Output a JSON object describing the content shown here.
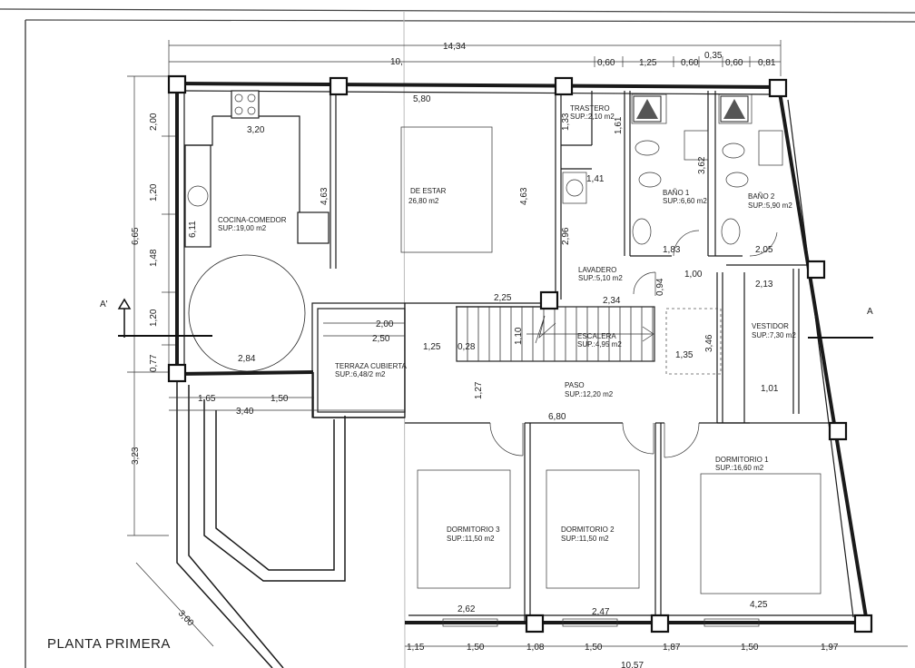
{
  "title": "PLANTA PRIMERA",
  "rooms": {
    "cocina_name": "COCINA-COMEDOR",
    "cocina_area": "SUP.:19,00 m2",
    "estar_name": "DE ESTAR",
    "estar_area": "26,80 m2",
    "trastero_name": "TRASTERO",
    "trastero_area": "SUP.:2,10 m2",
    "bano1_name": "BAÑO 1",
    "bano1_area": "SUP.:6,60 m2",
    "bano2_name": "BAÑO 2",
    "bano2_area": "SUP.:5,90 m2",
    "lavadero_name": "LAVADERO",
    "lavadero_area": "SUP.:5,10 m2",
    "escalera_name": "ESCALERA",
    "escalera_area": "SUP.:4,95 m2",
    "vestidor_name": "VESTIDOR",
    "vestidor_area": "SUP.:7,30 m2",
    "terraza_name": "TERRAZA CUBIERTA",
    "terraza_area": "SUP.:6,48/2 m2",
    "paso_name": "PASO",
    "paso_area": "SUP.:12,20 m2",
    "dorm1_name": "DORMITORIO 1",
    "dorm1_area": "SUP.:16,60 m2",
    "dorm2_name": "DORMITORIO 2",
    "dorm2_area": "SUP.:11,50 m2",
    "dorm3_name": "DORMITORIO 3",
    "dorm3_area": "SUP.:11,50 m2"
  },
  "section_marks": {
    "left": "A'",
    "right": "A"
  },
  "dims": {
    "top_total": "14,34",
    "top_10": "10,",
    "top_060a": "0,60",
    "top_125": "1,25",
    "top_060b": "0,60",
    "top_035": "0,35",
    "top_060c": "0,60",
    "top_081": "0,81",
    "left_665": "6,65",
    "left_200": "2,00",
    "left_120a": "1,20",
    "left_148": "1,48",
    "left_120b": "1,20",
    "left_077": "0,77",
    "left_323": "3,23",
    "d_320": "3,20",
    "d_580": "5,80",
    "d_463a": "4,63",
    "d_463b": "4,63",
    "d_611": "6,11",
    "d_284": "2,84",
    "d_165": "1,65",
    "d_150": "1,50",
    "d_340": "3,40",
    "d_200": "2,00",
    "d_250": "2,50",
    "d_225": "2,25",
    "d_234": "2,34",
    "d_133": "1,33",
    "d_161": "1,61",
    "d_141": "1,41",
    "d_296": "2,96",
    "d_362": "3,62",
    "d_183": "1,83",
    "d_205": "2,05",
    "d_100": "1,00",
    "d_094": "0,94",
    "d_213": "2,13",
    "d_110": "1,10",
    "d_125": "1,25",
    "d_028": "0,28",
    "d_135": "1,35",
    "d_346": "3,46",
    "d_127": "1,27",
    "d_101": "1,01",
    "d_680": "6,80",
    "d_262": "2,62",
    "d_247": "2,47",
    "d_425": "4,25",
    "d_300": "3,00",
    "b_115": "1,15",
    "b_150a": "1,50",
    "b_108": "1,08",
    "b_150b": "1,50",
    "b_187": "1,87",
    "b_150c": "1,50",
    "b_197": "1,97",
    "b_1057": "10,57"
  }
}
